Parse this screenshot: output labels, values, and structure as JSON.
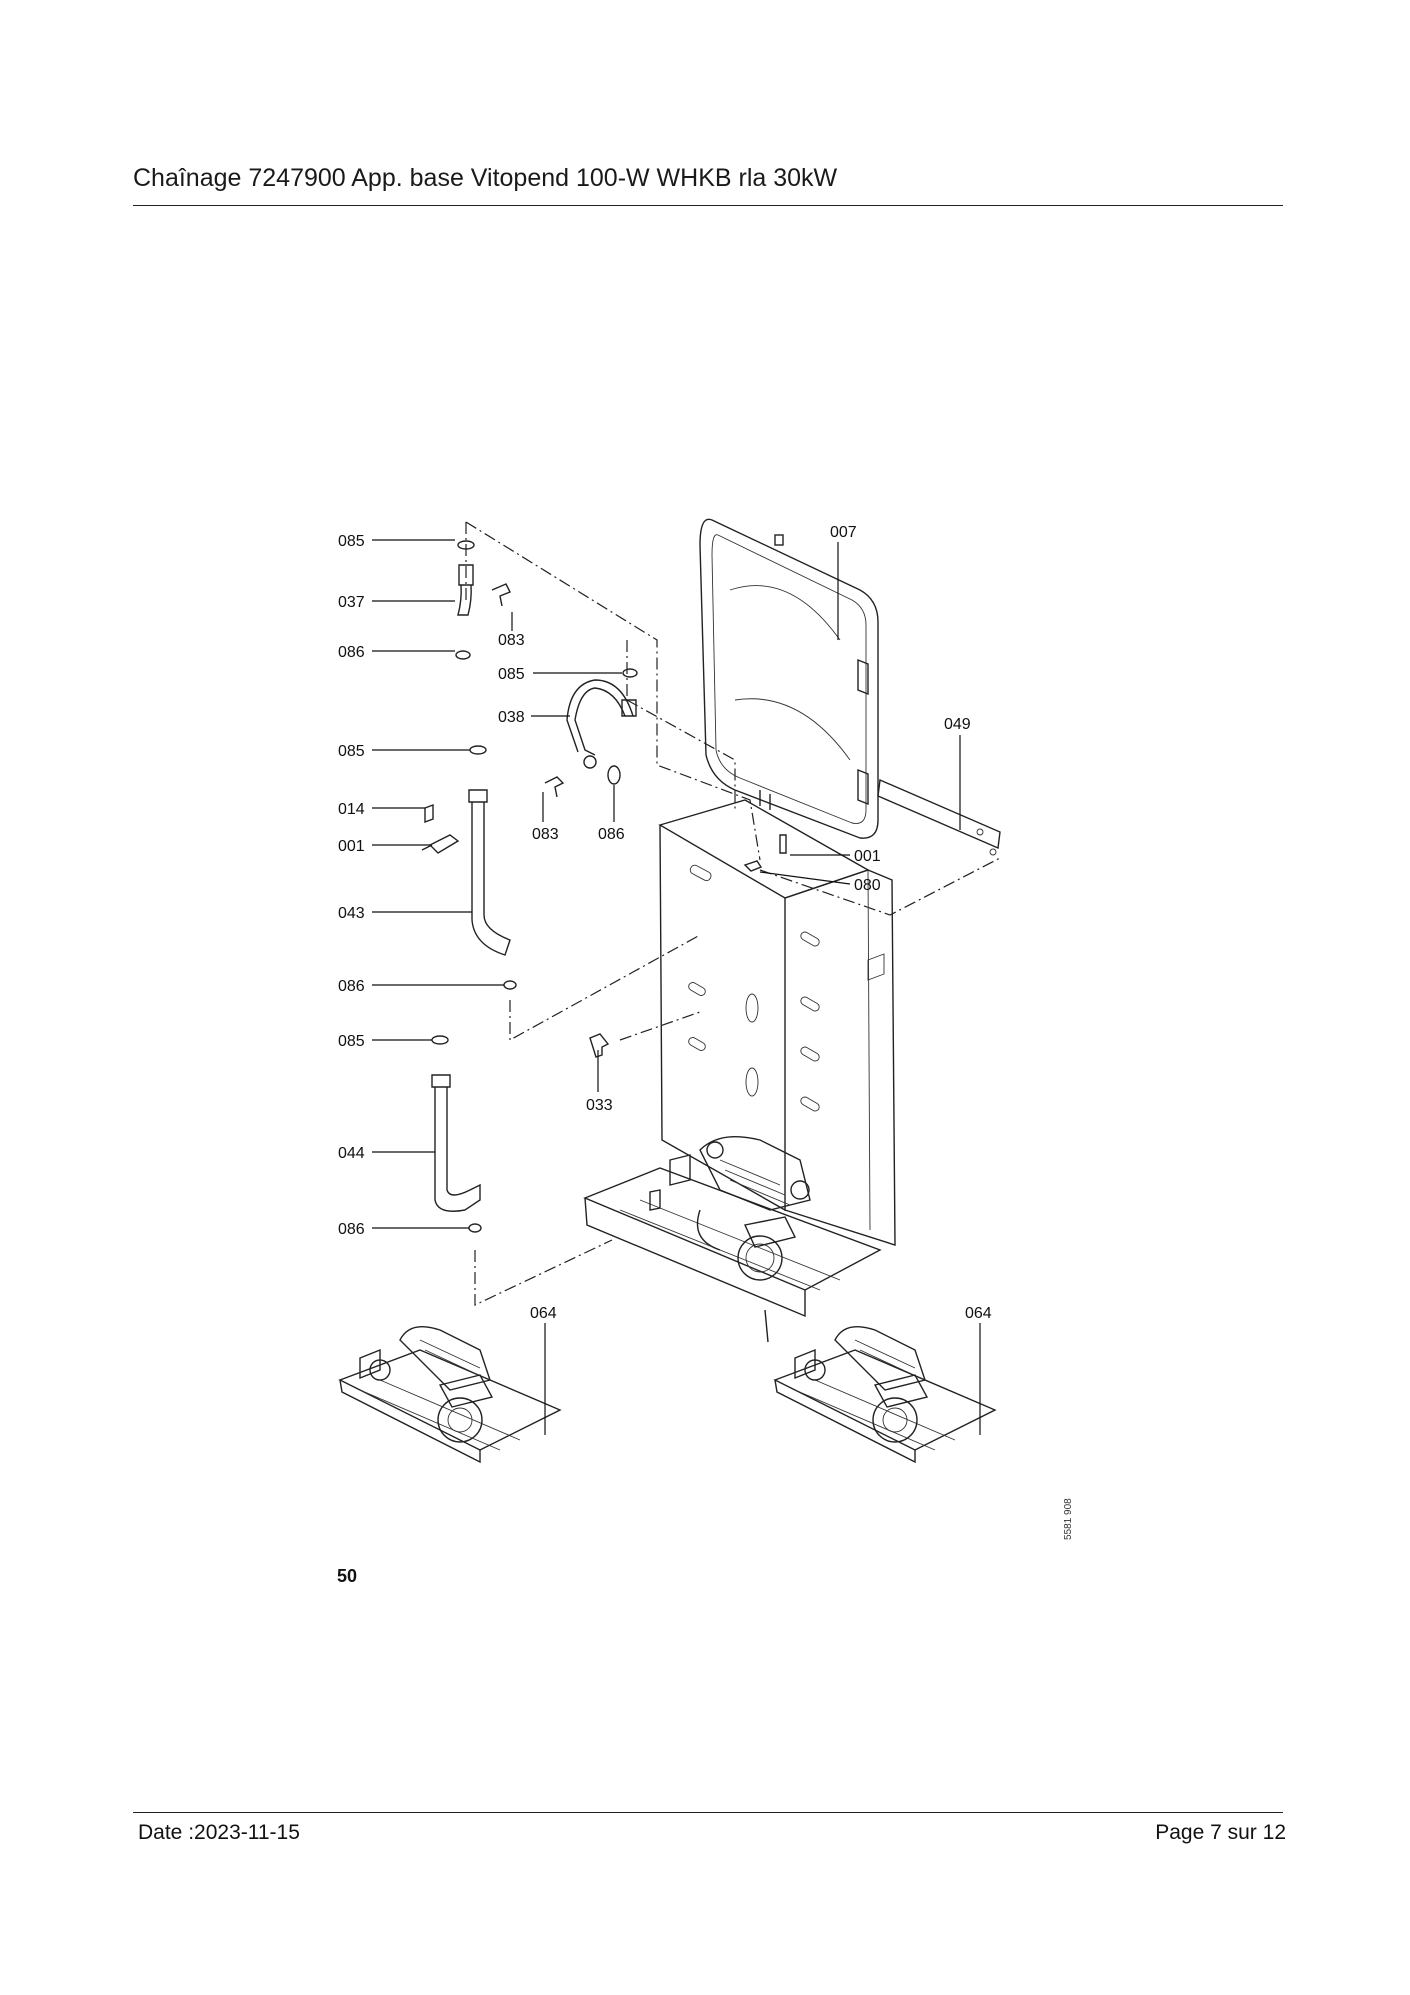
{
  "header": {
    "title": "Chaînage 7247900 App. base Vitopend 100-W WHKB rla 30kW"
  },
  "figure": {
    "number": "50",
    "drawing_number": "5581 908",
    "callouts": {
      "c085a": "085",
      "c037": "037",
      "c083a": "083",
      "c086a": "086",
      "c085b": "085",
      "c038": "038",
      "c007": "007",
      "c049": "049",
      "c085c": "085",
      "c014": "014",
      "c001a": "001",
      "c083b": "083",
      "c086b": "086",
      "c001b": "001",
      "c080": "080",
      "c043": "043",
      "c086c": "086",
      "c085d": "085",
      "c033": "033",
      "c044": "044",
      "c086d": "086",
      "c064a": "064",
      "c064b": "064"
    }
  },
  "footer": {
    "date": "Date :2023-11-15",
    "page": "Page 7 sur  12"
  }
}
